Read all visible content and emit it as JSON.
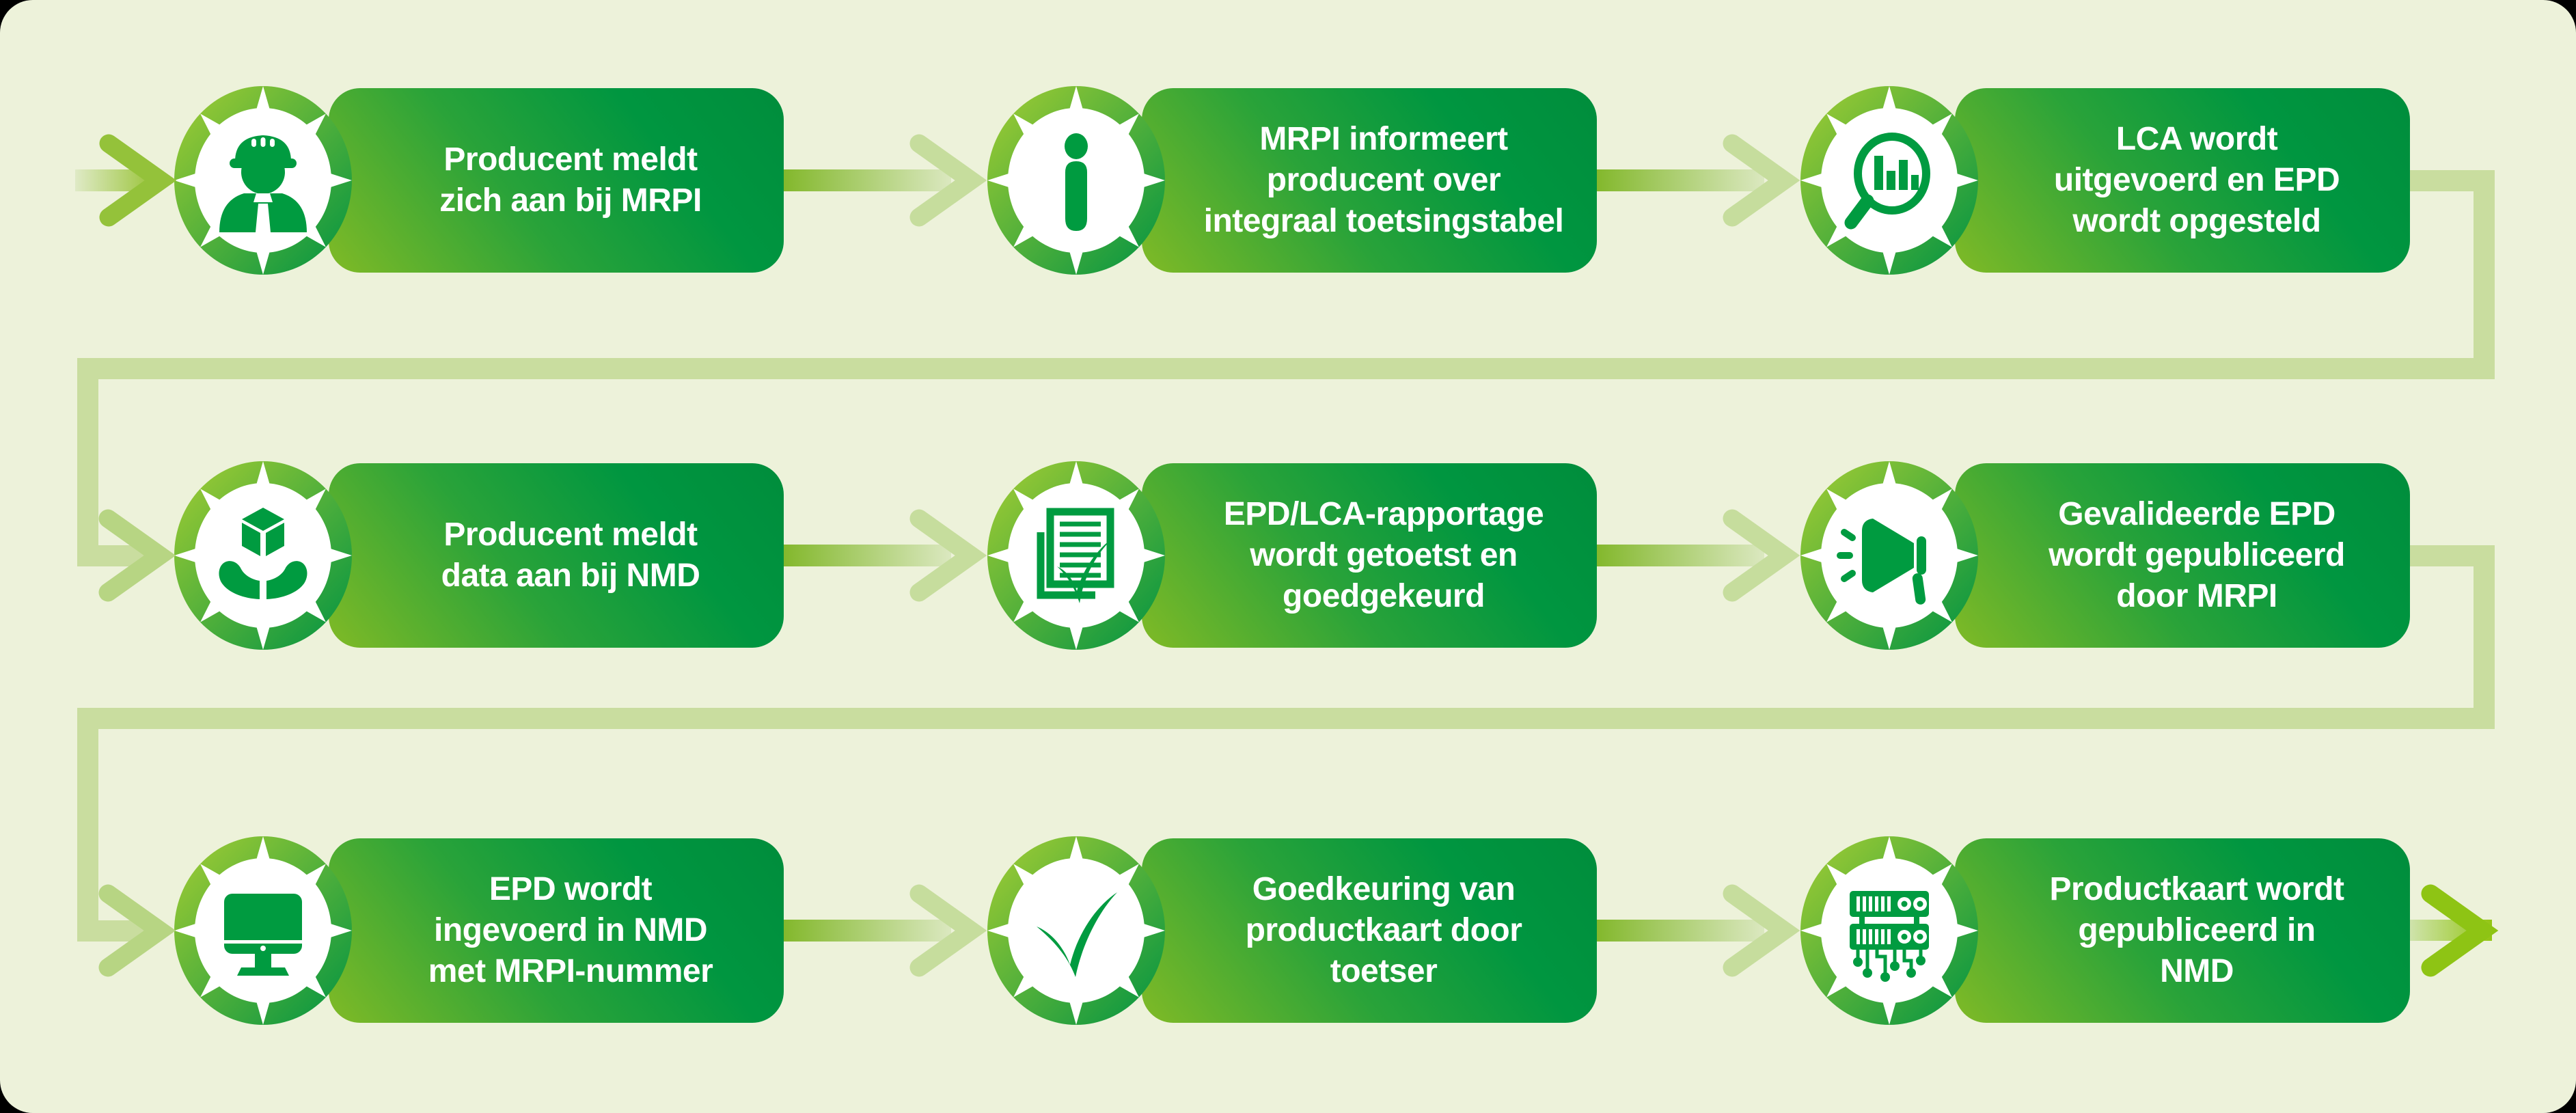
{
  "palette": {
    "background": "#edf2da",
    "frame": "#000000",
    "box_green_dark": "#009540",
    "box_green_light": "#80ba26",
    "ring_light": "#a4cd33",
    "ring_dark": "#009342",
    "glyph_green": "#009b40",
    "connector_pale": "#c9dd9f",
    "chevron_pale": "#b7d583",
    "chevron_mid": "#c6dd9d",
    "chevron_entry": "#94c23a",
    "chevron_exit": "#8ec414",
    "text_white": "#ffffff"
  },
  "flow": {
    "steps": [
      {
        "icon": "worker-icon",
        "text": "Producent meldt\nzich aan bij MRPI"
      },
      {
        "icon": "info-icon",
        "text": "MRPI informeert\nproducent over\nintegraal toetsingstabel"
      },
      {
        "icon": "magnifier-chart-icon",
        "text": "LCA wordt\nuitgevoerd en EPD\nwordt opgesteld"
      },
      {
        "icon": "hands-product-icon",
        "text": "Producent meldt\ndata aan bij NMD"
      },
      {
        "icon": "document-check-icon",
        "text": "EPD/LCA-rapportage\nwordt getoetst en\ngoedgekeurd"
      },
      {
        "icon": "megaphone-icon",
        "text": "Gevalideerde EPD\nwordt gepubliceerd\ndoor MRPI"
      },
      {
        "icon": "monitor-icon",
        "text": "EPD wordt\ningevoerd in NMD\nmet MRPI-nummer"
      },
      {
        "icon": "checkmark-icon",
        "text": "Goedkeuring van\nproductkaart door\ntoetser"
      },
      {
        "icon": "server-icon",
        "text": "Productkaart wordt\ngepubliceerd in\nNMD"
      }
    ]
  }
}
